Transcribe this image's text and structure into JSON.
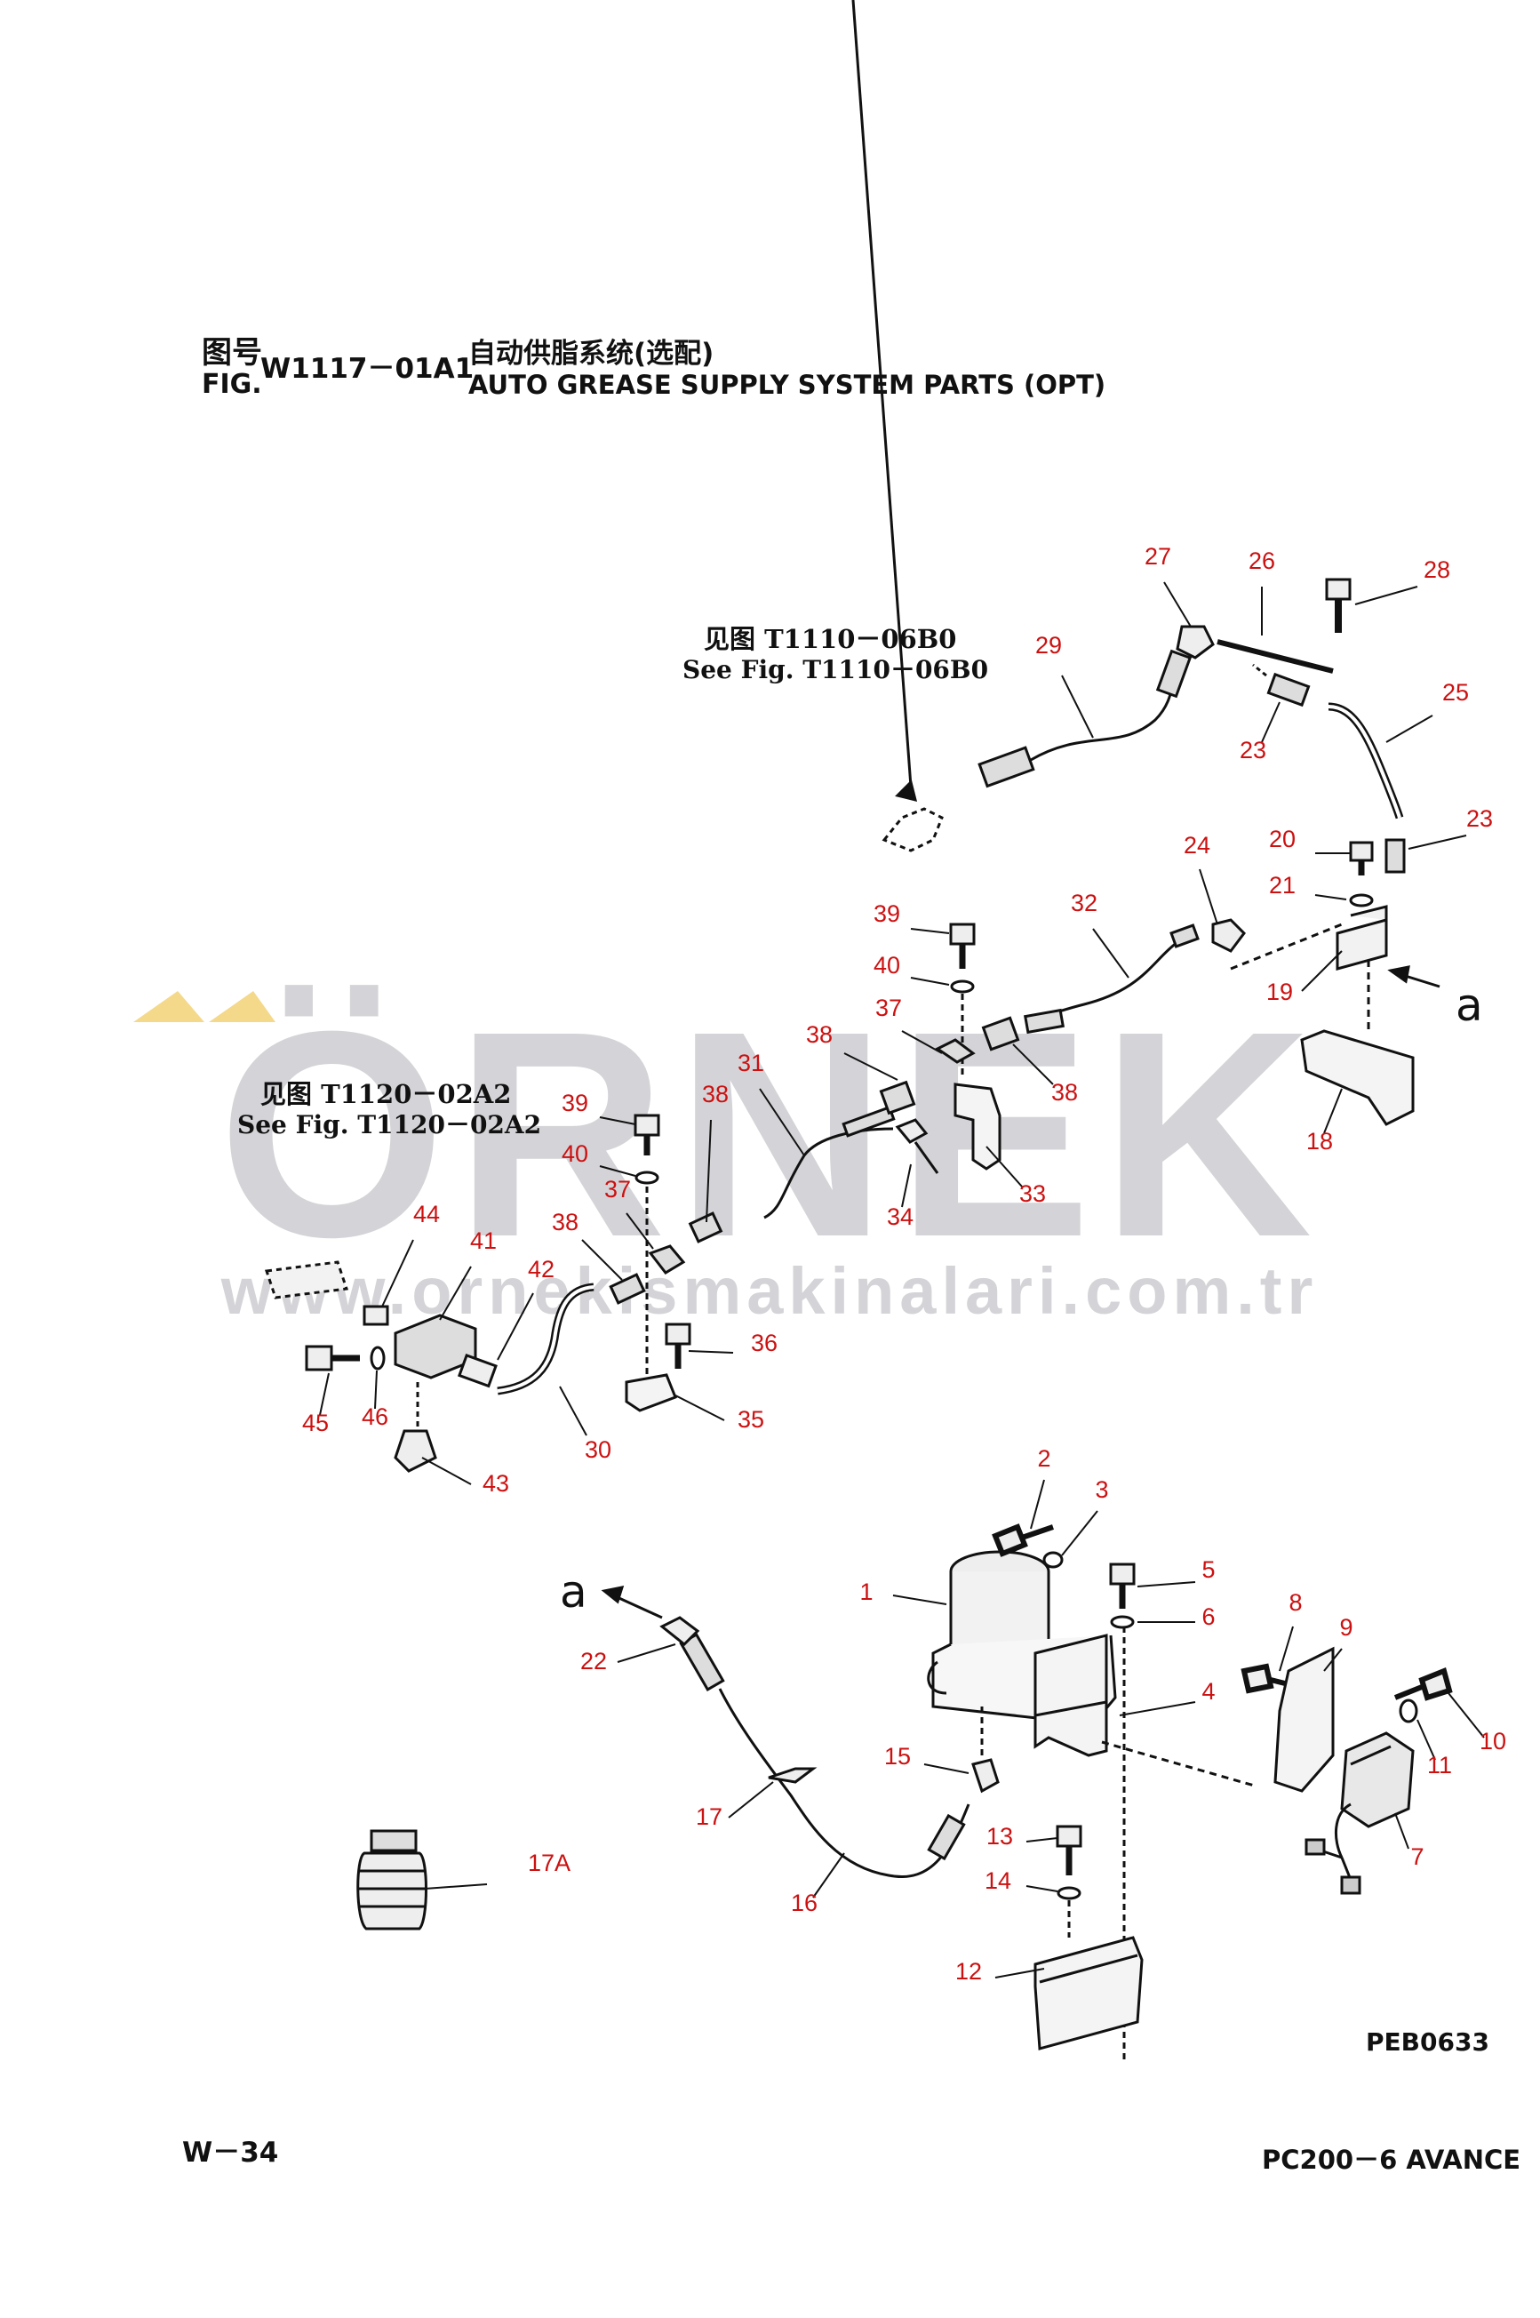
{
  "header": {
    "fig_cn_label": "图号",
    "fig_label": "FIG.",
    "fig_number": "W1117－01A1",
    "title_cn": "自动供脂系统(选配)",
    "title_en": "AUTO GREASE SUPPLY SYSTEM PARTS (OPT)"
  },
  "references": [
    {
      "cn": "见图 T1110－06B0",
      "en": "See Fig. T1110－06B0"
    },
    {
      "cn": "见图 T1120－02A2",
      "en": "See Fig. T1120－02A2"
    }
  ],
  "connector_label": "a",
  "drawing_code": "PEB0633",
  "page_number": "W－34",
  "model": "PC200－6 AVANCE",
  "watermark": {
    "brand": "ÖRNEK",
    "url": "www.ornekismakinalari.com.tr",
    "colors": {
      "text": "#d4d4d8",
      "accent": "#f5d98a"
    }
  },
  "colors": {
    "callout": "#cc1111",
    "line": "#111111"
  },
  "callouts": [
    "1",
    "2",
    "3",
    "4",
    "5",
    "6",
    "7",
    "8",
    "9",
    "10",
    "11",
    "12",
    "13",
    "14",
    "15",
    "16",
    "17",
    "17A",
    "18",
    "19",
    "20",
    "21",
    "22",
    "23",
    "23",
    "24",
    "25",
    "26",
    "27",
    "28",
    "29",
    "30",
    "31",
    "32",
    "33",
    "34",
    "35",
    "36",
    "37",
    "37",
    "38",
    "38",
    "38",
    "38",
    "39",
    "39",
    "40",
    "40",
    "41",
    "42",
    "43",
    "44",
    "45",
    "46"
  ]
}
